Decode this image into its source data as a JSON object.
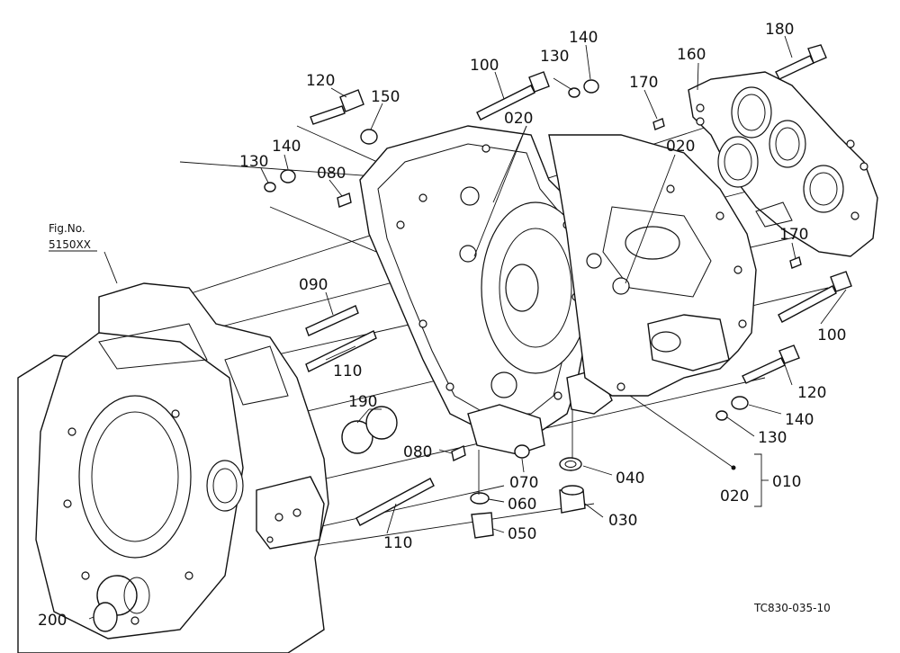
{
  "figure_reference": {
    "line1": "Fig.No.",
    "line2": "5150XX"
  },
  "drawing_code": "TC830-035-10",
  "callouts": {
    "p120_top": "120",
    "p100_top": "100",
    "p130_top": "130",
    "p140_top": "140",
    "p180": "180",
    "p160": "160",
    "p170_top": "170",
    "p150": "150",
    "p020_a": "020",
    "p020_b": "020",
    "p140_left": "140",
    "p130_left": "130",
    "p080_top": "080",
    "p170_mid": "170",
    "p090": "090",
    "p100_right": "100",
    "p110_mid": "110",
    "p190": "190",
    "p120_right": "120",
    "p140_right": "140",
    "p130_right": "130",
    "p080_bottom": "080",
    "p070": "070",
    "p040": "040",
    "p060": "060",
    "p010": "010",
    "p020_group": "020",
    "p030": "030",
    "p050": "050",
    "p110_bottom": "110",
    "p200": "200"
  }
}
